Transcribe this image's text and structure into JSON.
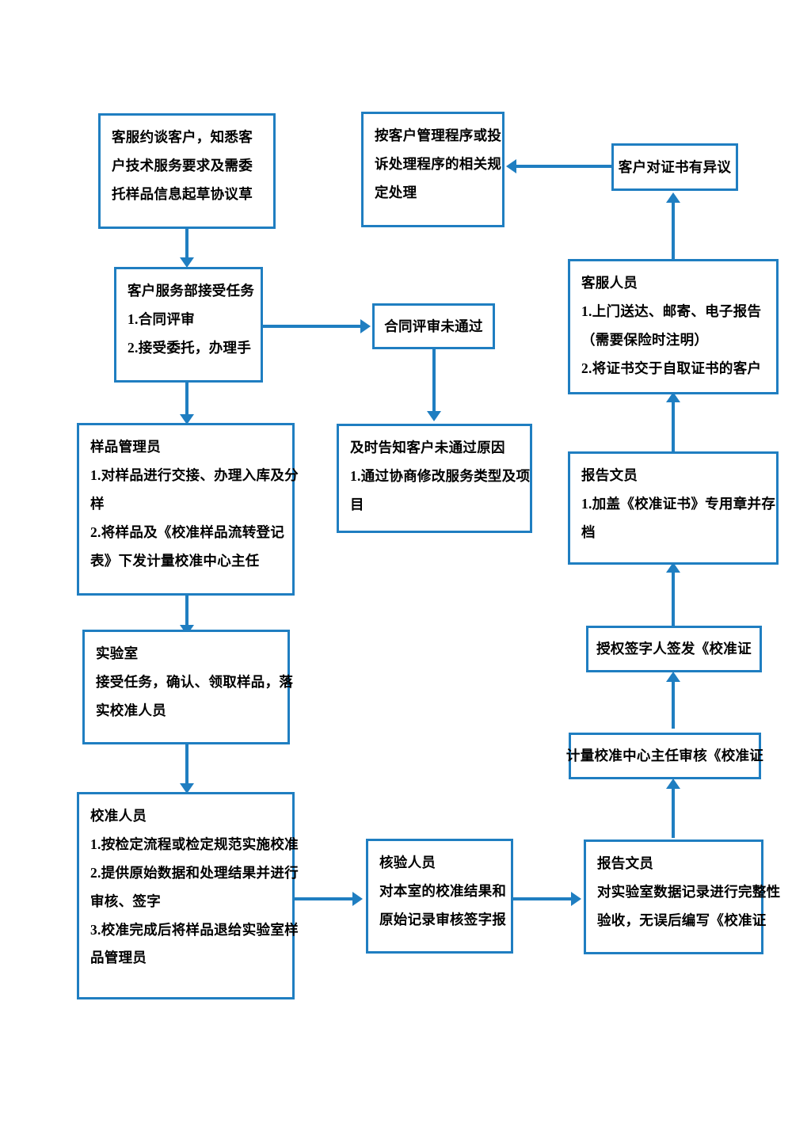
{
  "diagram": {
    "title": "校准服务流程图",
    "accent_color": "#1F7EC1",
    "background_color": "#FFFFFF",
    "text_color": "#000000"
  },
  "nodes": [
    {
      "id": "n1",
      "name": "customer-service-interview",
      "lines": [
        "客服约谈客户，知悉客",
        "户技术服务要求及需委",
        "托样品信息起草协议草"
      ]
    },
    {
      "id": "n2",
      "name": "customer-service-accept-task",
      "lines": [
        "客户服务部接受任务",
        "1.合同评审",
        "2.接受委托，办理手"
      ]
    },
    {
      "id": "n3",
      "name": "sample-manager",
      "lines": [
        "样品管理员",
        "1.对样品进行交接、办理入库及分",
        "样",
        "2.将样品及《校准样品流转登记",
        "表》下发计量校准中心主任"
      ]
    },
    {
      "id": "n4",
      "name": "laboratory",
      "lines": [
        "实验室",
        "接受任务，确认、领取样品，落",
        "实校准人员"
      ]
    },
    {
      "id": "n5",
      "name": "calibration-personnel",
      "lines": [
        "校准人员",
        "1.按检定流程或检定规范实施校准",
        "2.提供原始数据和处理结果并进行",
        "审核、签字",
        "3.校准完成后将样品退给实验室样",
        "品管理员"
      ]
    },
    {
      "id": "n6",
      "name": "complaint-handling",
      "lines": [
        "按客户管理程序或投",
        "诉处理程序的相关规",
        "定处理"
      ]
    },
    {
      "id": "n7",
      "name": "contract-review-failed",
      "lines": [
        "合同评审未通过"
      ]
    },
    {
      "id": "n8",
      "name": "notify-customer-failure-reason",
      "lines": [
        "及时告知客户未通过原因",
        "1.通过协商修改服务类型及项",
        "目"
      ]
    },
    {
      "id": "n9",
      "name": "verification-personnel",
      "lines": [
        "核验人员",
        "对本室的校准结果和",
        "原始记录审核签字报"
      ]
    },
    {
      "id": "n10",
      "name": "customer-objection-to-certificate",
      "lines": [
        "客户对证书有异议"
      ]
    },
    {
      "id": "n11",
      "name": "customer-service-staff-delivery",
      "lines": [
        "客服人员",
        "1.上门送达、邮寄、电子报告",
        "（需要保险时注明）",
        "2.将证书交于自取证书的客户"
      ]
    },
    {
      "id": "n12",
      "name": "report-clerk-seal",
      "lines": [
        "报告文员",
        "1.加盖《校准证书》专用章并存",
        "档"
      ]
    },
    {
      "id": "n13",
      "name": "authorized-signatory-issue",
      "lines": [
        "授权签字人签发《校准证"
      ]
    },
    {
      "id": "n14",
      "name": "center-director-review",
      "lines": [
        "计量校准中心主任审核《校准证"
      ]
    },
    {
      "id": "n15",
      "name": "report-clerk-data-check",
      "lines": [
        "报告文员",
        "对实验室数据记录进行完整性",
        "验收，无误后编写《校准证"
      ]
    }
  ]
}
